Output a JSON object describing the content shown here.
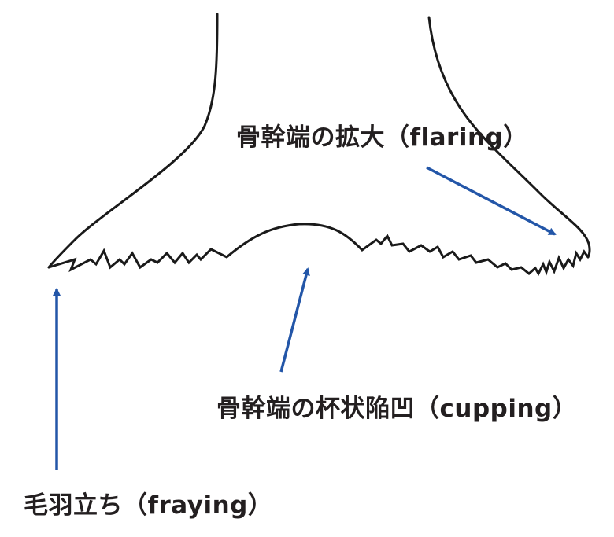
{
  "labels": {
    "flaring": "骨幹端の拡大（flaring）",
    "cupping": "骨幹端の杯状陥凹（cupping）",
    "fraying": "毛羽立ち（fraying）"
  },
  "colors": {
    "outline": "#1a1a1a",
    "arrow": "#2356a8",
    "text": "#231f20"
  }
}
